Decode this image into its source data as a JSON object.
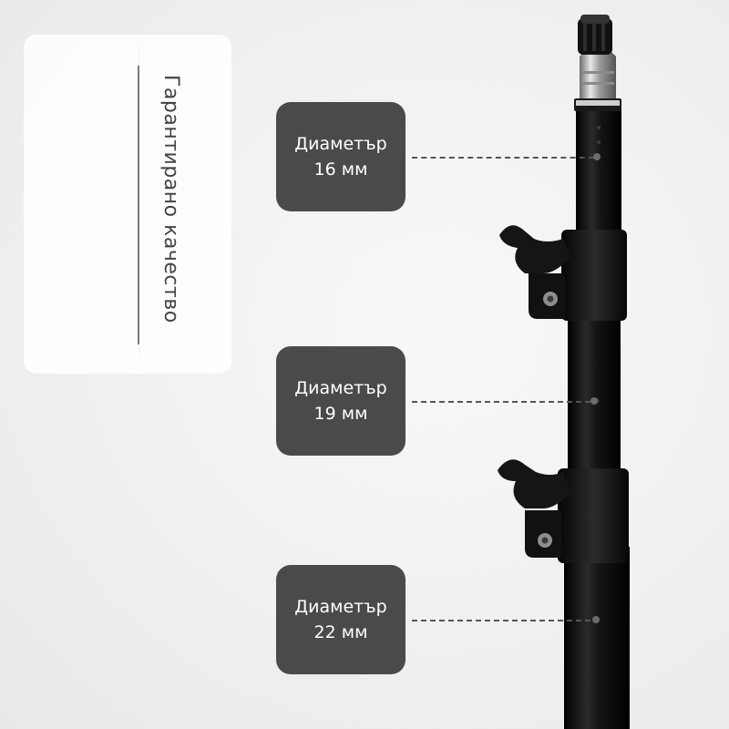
{
  "side_panel": {
    "caption": "Гарантирано качество"
  },
  "badges": [
    {
      "label": "Диаметър",
      "value": "16 мм"
    },
    {
      "label": "Диаметър",
      "value": "19 мм"
    },
    {
      "label": "Диаметър",
      "value": "22 мм"
    }
  ],
  "colors": {
    "badge_bg": "#4a4a4a",
    "tube": "#111111",
    "background": "#f1f1f1"
  }
}
